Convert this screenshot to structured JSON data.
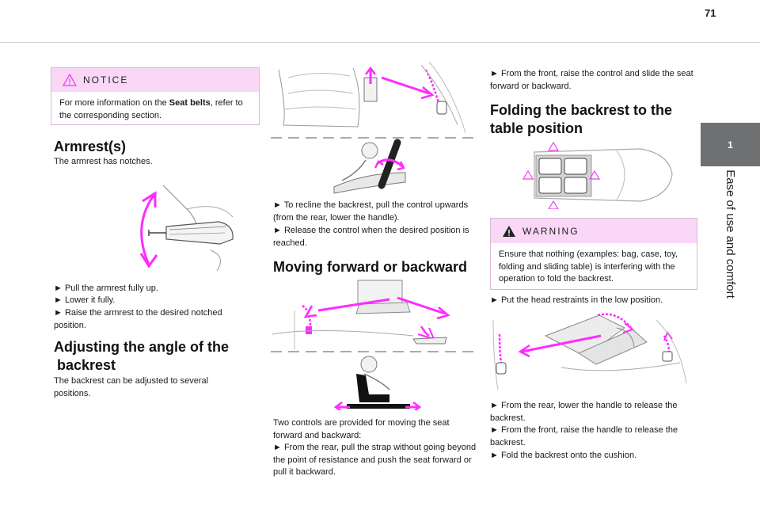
{
  "page": {
    "number": "71"
  },
  "side_tab": {
    "number": "1",
    "label": "Ease of use and comfort"
  },
  "col1": {
    "notice": {
      "label": "NOTICE",
      "text_before": "For more information on the ",
      "bold": "Seat belts",
      "text_after": ", refer to the corresponding section."
    },
    "armrest": {
      "heading": "Armrest(s)",
      "intro": "The armrest has notches.",
      "steps": [
        "► Pull the armrest fully up.",
        "► Lower it fully.",
        "► Raise the armrest to the desired notched position."
      ]
    },
    "angle": {
      "heading_line1": "Adjusting the angle of the",
      "heading_line2": "backrest",
      "text": "The backrest can be adjusted to several positions."
    }
  },
  "col2": {
    "recline_steps": [
      "► To recline the backrest, pull the control upwards (from the rear, lower the handle).",
      "► Release the control when the desired position is reached."
    ],
    "moving": {
      "heading": "Moving forward or backward",
      "text": "Two controls are provided for moving the seat forward and backward:",
      "step": "► From the rear, pull the strap without going beyond the point of resistance and push the seat forward or pull it backward."
    }
  },
  "col3": {
    "front_step": "► From the front, raise the control and slide the seat forward or backward.",
    "folding": {
      "heading_line1": "Folding the backrest to the",
      "heading_line2": "table position"
    },
    "warning": {
      "label": "WARNING",
      "text": "Ensure that nothing (examples: bag, case, toy, folding and sliding table) is interfering with the operation to fold the backrest."
    },
    "head_restraints": "► Put the head restraints in the low position.",
    "final_steps": [
      "► From the rear, lower the handle to release the backrest.",
      "► From the front, raise the handle to release the backrest.",
      "► Fold the backrest onto the cushion."
    ]
  },
  "colors": {
    "accent": "#ff00ff",
    "notice_bg": "#fad7f7",
    "tab_bg": "#6e7072"
  }
}
